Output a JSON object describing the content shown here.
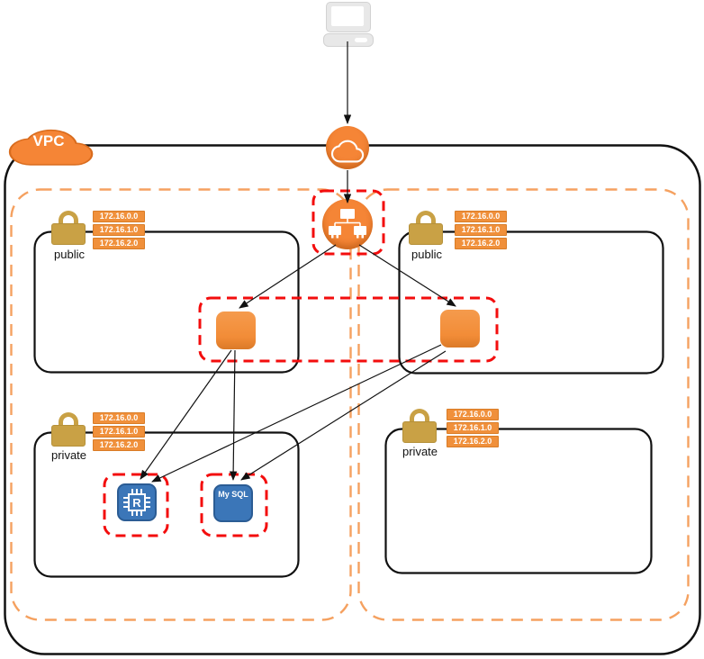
{
  "vpc": {
    "label": "VPC"
  },
  "subnets": [
    {
      "name": "public",
      "position": "top-left",
      "ips": [
        "172.16.0.0",
        "172.16.1.0",
        "172.16.2.0"
      ]
    },
    {
      "name": "public",
      "position": "top-right",
      "ips": [
        "172.16.0.0",
        "172.16.1.0",
        "172.16.2.0"
      ]
    },
    {
      "name": "private",
      "position": "bottom-left",
      "ips": [
        "172.16.0.0",
        "172.16.1.0",
        "172.16.2.0"
      ]
    },
    {
      "name": "private",
      "position": "bottom-right",
      "ips": [
        "172.16.0.0",
        "172.16.1.0",
        "172.16.2.0"
      ]
    }
  ],
  "nodes": {
    "client": {
      "icon": "desktop-computer-icon"
    },
    "internet_gateway": {
      "icon": "internet-gateway-cloud-icon"
    },
    "load_balancer": {
      "icon": "elastic-load-balancer-icon"
    },
    "ec2_left": {
      "icon": "ec2-instance-icon"
    },
    "ec2_right": {
      "icon": "ec2-instance-icon"
    },
    "redis": {
      "icon": "elasticache-redis-chip-icon",
      "label": "R"
    },
    "mysql": {
      "icon": "rds-mysql-icon",
      "label": "My SQL"
    },
    "subnet_lock": {
      "icon": "padlock-icon"
    }
  },
  "connections": [
    {
      "from": "client",
      "to": "internet-gateway"
    },
    {
      "from": "internet-gateway",
      "to": "load-balancer"
    },
    {
      "from": "load-balancer",
      "to": "ec2-left"
    },
    {
      "from": "load-balancer",
      "to": "ec2-right"
    },
    {
      "from": "ec2-left",
      "to": "redis"
    },
    {
      "from": "ec2-left",
      "to": "mysql"
    },
    {
      "from": "ec2-right",
      "to": "redis"
    },
    {
      "from": "ec2-right",
      "to": "mysql"
    }
  ],
  "colors": {
    "aws_orange": "#F58536",
    "az_dash_orange": "#F5A160",
    "security_group_red": "#F30D0D",
    "db_blue": "#3B76B8",
    "lock_gold": "#C9A145",
    "line_black": "#1A1A1A"
  }
}
